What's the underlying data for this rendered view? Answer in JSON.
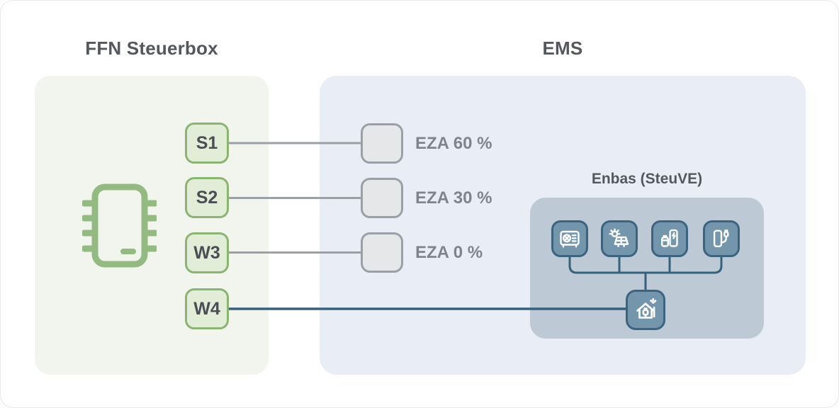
{
  "titles": {
    "left": "FFN Steuerbox",
    "right": "EMS",
    "enbas": "Enbas (SteuVE)"
  },
  "ports": [
    {
      "label": "S1"
    },
    {
      "label": "S2"
    },
    {
      "label": "W3"
    },
    {
      "label": "W4"
    }
  ],
  "eza_outputs": [
    {
      "label": "EZA 60 %"
    },
    {
      "label": "EZA 30 %"
    },
    {
      "label": "EZA 0 %"
    }
  ],
  "enbas_devices": [
    {
      "icon": "heat-pump-icon"
    },
    {
      "icon": "solar-pv-icon"
    },
    {
      "icon": "battery-storage-icon"
    },
    {
      "icon": "ev-charger-icon"
    }
  ],
  "enbas_hub": {
    "icon": "smart-home-energy-icon"
  },
  "steuerbox": {
    "icon": "microchip-icon"
  },
  "colors": {
    "green_accent": "#8ab571",
    "green_fill": "#e2edd8",
    "chip_green": "#93ba80",
    "panel_green": "#f2f5ee",
    "panel_blue": "#e9eef6",
    "panel_enbas": "#bdcad5",
    "steel_fill": "#7496ad",
    "steel_border": "#3c647e",
    "dark_line": "#35617e",
    "gray_line": "#9aa0a6",
    "gray_fill": "#e5e7e9",
    "title_text": "#54585e",
    "label_text": "#7d848c",
    "box_text": "#494e54"
  }
}
